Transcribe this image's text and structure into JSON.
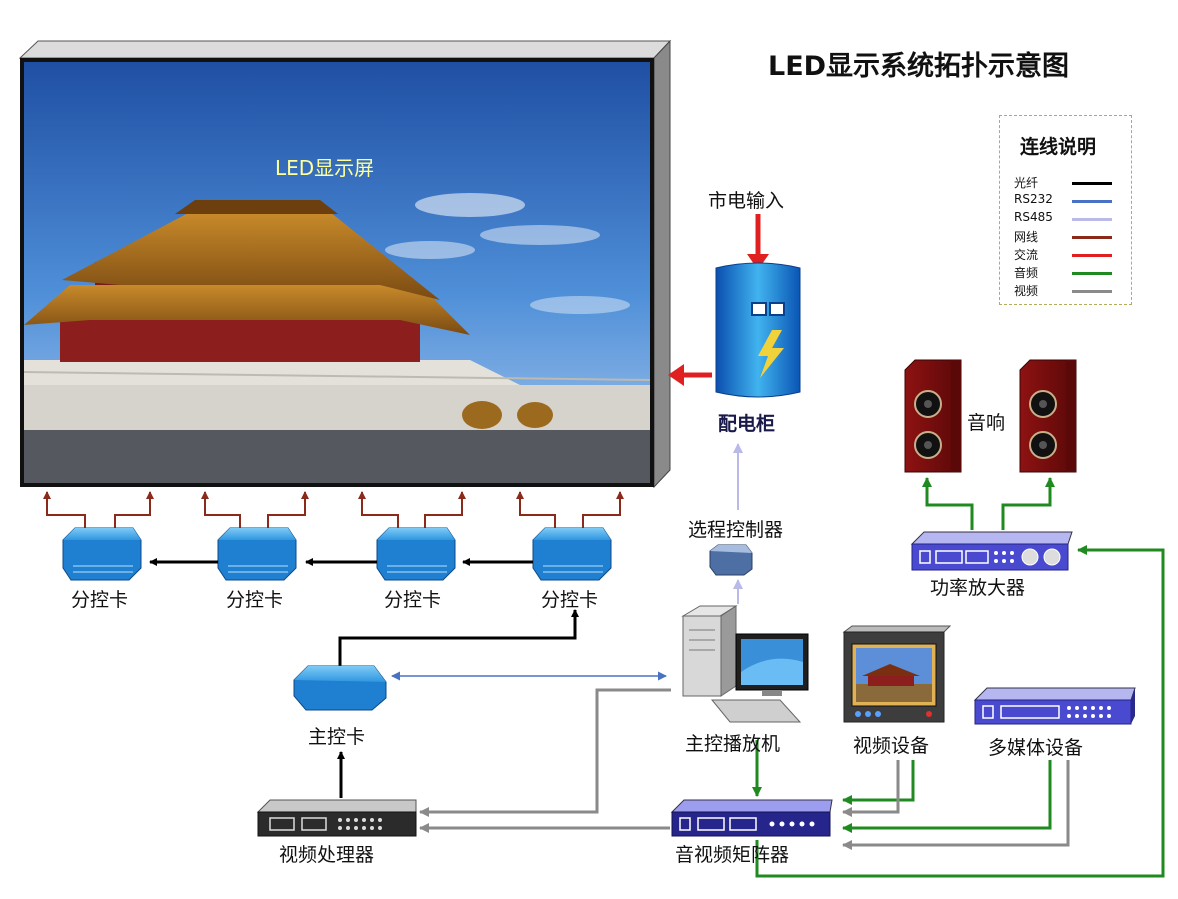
{
  "title": "LED显示系统拓扑示意图",
  "screen": {
    "label": "LED显示屏"
  },
  "power": {
    "input_label": "市电输入",
    "cabinet_label": "配电柜"
  },
  "remote_controller_label": "选程控制器",
  "receiver_cards": [
    "分控卡",
    "分控卡",
    "分控卡",
    "分控卡"
  ],
  "main_card_label": "主控卡",
  "video_processor_label": "视频处理器",
  "main_player_label": "主控播放机",
  "video_device_label": "视频设备",
  "multimedia_device_label": "多媒体设备",
  "av_matrix_label": "音视频矩阵器",
  "speaker_label": "音响",
  "amplifier_label": "功率放大器",
  "legend": {
    "title": "连线说明",
    "items": [
      {
        "name": "光纤",
        "color": "#000000"
      },
      {
        "name": "RS232",
        "color": "#4a72c4"
      },
      {
        "name": "RS485",
        "color": "#b9b9ea"
      },
      {
        "name": "网线",
        "color": "#8b2a1a"
      },
      {
        "name": "交流",
        "color": "#e02020"
      },
      {
        "name": "音频",
        "color": "#1f8a1f"
      },
      {
        "name": "视频",
        "color": "#8a8a8a"
      }
    ]
  }
}
